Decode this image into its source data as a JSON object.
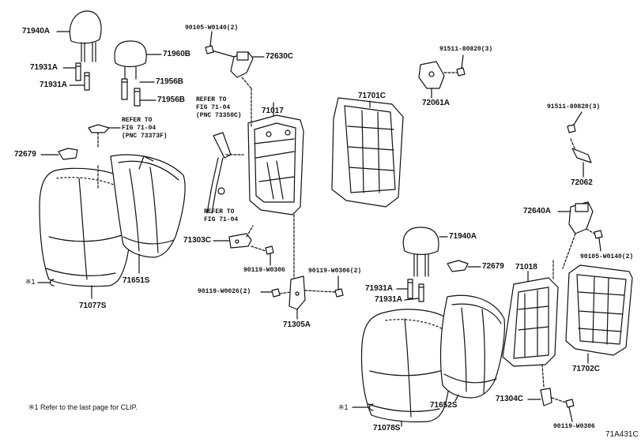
{
  "parts": {
    "p71940A_top": "71940A",
    "p71931A_1": "71931A",
    "p71931A_2": "71931A",
    "p71960B": "71960B",
    "p71956B_1": "71956B",
    "p71956B_2": "71956B",
    "p72630C": "72630C",
    "p72061A": "72061A",
    "p71701C": "71701C",
    "p71017": "71017",
    "p72679_left": "72679",
    "p71651S": "71651S",
    "p71077S": "71077S",
    "p71303C": "71303C",
    "p71305A": "71305A",
    "p72062": "72062",
    "p72640A": "72640A",
    "p71940A_right": "71940A",
    "p72679_right": "72679",
    "p71931A_3": "71931A",
    "p71931A_4": "71931A",
    "p71018": "71018",
    "p71702C": "71702C",
    "p71652S": "71652S",
    "p71078S": "71078S",
    "p71304C": "71304C"
  },
  "bolts": {
    "b90105_top": "90105-W0140(2)",
    "b91511_top": "91511-80820(3)",
    "b91511_right": "91511-80820(3)",
    "b90105_right": "90105-W0140(2)",
    "b90119_W0306_a": "90119-W0306",
    "b90119_W0306_b": "90119-W0306(2)",
    "b90119_W0026": "90119-W0026(2)",
    "b90119_W0306_c": "90119-W0306"
  },
  "refs": {
    "refer1": [
      "REFER TO",
      "FIG 71-04",
      "(PNC 73373F)"
    ],
    "refer2": [
      "REFER TO",
      "FIG 71-04",
      "(PNC 73350C)"
    ],
    "refer3": [
      "REFER TO",
      "FIG 71-04"
    ]
  },
  "clip": {
    "marker_left": "※1",
    "marker_right": "※1"
  },
  "footnote": "※1 Refer to the last page for CLIP.",
  "diagram_code": "71A431C"
}
